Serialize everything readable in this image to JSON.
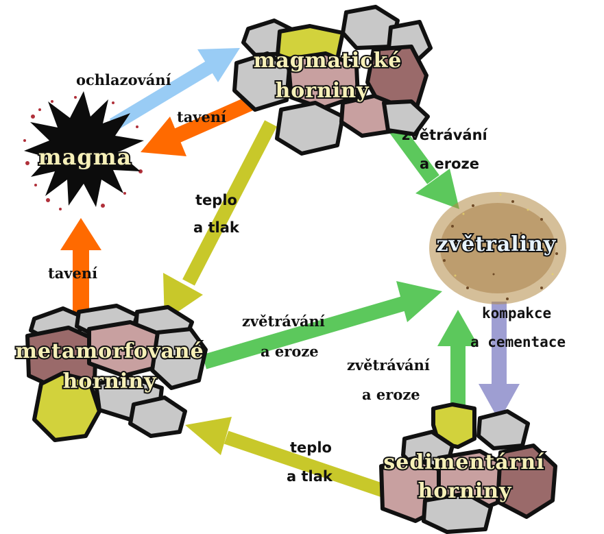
{
  "diagram": {
    "nodes": {
      "igneous": {
        "line1": "magmatické",
        "line2": "horniny"
      },
      "magma": {
        "label": "magma"
      },
      "sediment": {
        "label": "zvětraliny"
      },
      "metamorphic": {
        "line1": "metamorfované",
        "line2": "horniny"
      },
      "sedimentary": {
        "line1": "sedimentární",
        "line2": "horniny"
      }
    },
    "edges": {
      "cooling": {
        "label": "ochlazování",
        "color": "#99ccf5"
      },
      "melting_igneous": {
        "label": "tavení",
        "color": "#ff6a00"
      },
      "melting_metamorphic": {
        "label": "tavení",
        "color": "#ff6a00"
      },
      "weathering_igneous": {
        "line1": "zvětrávání",
        "line2": "a eroze",
        "color": "#5cc85c"
      },
      "heat_pressure_igneous": {
        "line1": "teplo",
        "line2": "a tlak",
        "color": "#c8c82a"
      },
      "weathering_metamorphic": {
        "line1": "zvětrávání",
        "line2": "a eroze",
        "color": "#5cc85c"
      },
      "weathering_sedimentary": {
        "line1": "zvětrávání",
        "line2": "a eroze",
        "color": "#5cc85c"
      },
      "compaction": {
        "line1": "kompakce",
        "line2": "a cementace",
        "color": "#9e9ed2"
      },
      "heat_pressure_sedimentary": {
        "line1": "teplo",
        "line2": "a tlak",
        "color": "#c8c82a"
      }
    },
    "rock_colors": {
      "gray": "#c8c8c8",
      "pink": "#c8a0a0",
      "brown": "#9a6a6a",
      "yellow": "#d2d23c"
    }
  }
}
